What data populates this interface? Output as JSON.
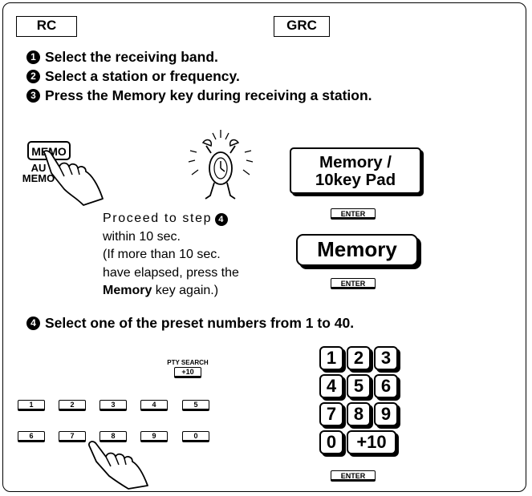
{
  "labels": {
    "rc": "RC",
    "grc": "GRC"
  },
  "steps": [
    {
      "num": "1",
      "text": "Select the receiving band."
    },
    {
      "num": "2",
      "text": "Select a station or frequency."
    },
    {
      "num": "3",
      "text": "Press the Memory key during receiving a station."
    },
    {
      "num": "4",
      "text": "Select one of the preset numbers from 1 to 40."
    }
  ],
  "rc_buttons": {
    "memo": "MEMO",
    "auto_memo_line1": "AU",
    "auto_memo_line2": "MEMO"
  },
  "proceed": {
    "line1": "Proceed to step",
    "step_ref": "4",
    "line2": "within 10 sec.",
    "line3": "(If more than 10 sec.",
    "line4": "have elapsed, press the",
    "key_name": "Memory",
    "line5_rest": " key again.)"
  },
  "grc_buttons": {
    "memory_pad_line1": "Memory /",
    "memory_pad_line2": "10key Pad",
    "memory": "Memory",
    "enter": "ENTER"
  },
  "rc_keys": {
    "pty_search": "PTY SEARCH",
    "plus10": "+10",
    "row1": [
      "1",
      "2",
      "3",
      "4",
      "5"
    ],
    "row2": [
      "6",
      "7",
      "8",
      "9",
      "0"
    ]
  },
  "numpad": {
    "rows": [
      [
        "1",
        "2",
        "3"
      ],
      [
        "4",
        "5",
        "6"
      ],
      [
        "7",
        "8",
        "9"
      ]
    ],
    "zero": "0",
    "plus10": "+10"
  }
}
